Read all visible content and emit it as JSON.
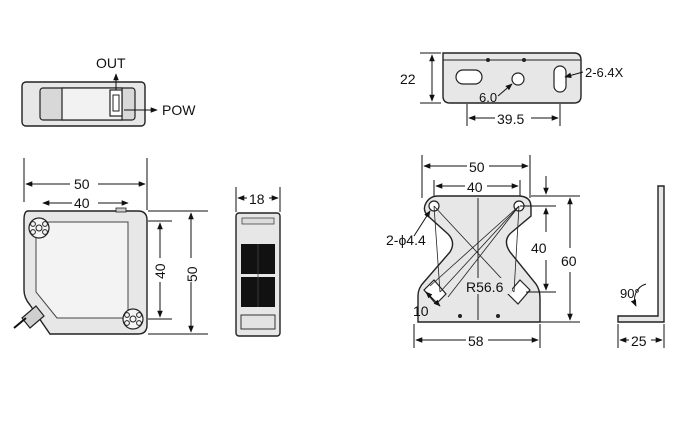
{
  "labels": {
    "out": "OUT",
    "pow": "POW",
    "front_width": "50",
    "front_inner_width": "40",
    "front_inner_height": "40",
    "front_height": "50",
    "side_width": "18",
    "bracket_top_height": "22",
    "bracket_top_slot": "2-6.4X",
    "bracket_top_slot_dim": "6.0",
    "bracket_top_span": "39.5",
    "bracket_width": "50",
    "bracket_hole_span": "40",
    "bracket_hole": "2-ϕ4.4",
    "bracket_inner_height": "40",
    "bracket_height": "60",
    "bracket_radius": "R56.6",
    "bracket_slot_offset": "10",
    "bracket_base": "58",
    "angle": "90°",
    "angle_leg": "25"
  },
  "colors": {
    "body_fill": "#e7e7e7",
    "stroke": "#222222",
    "window": "#111111"
  }
}
